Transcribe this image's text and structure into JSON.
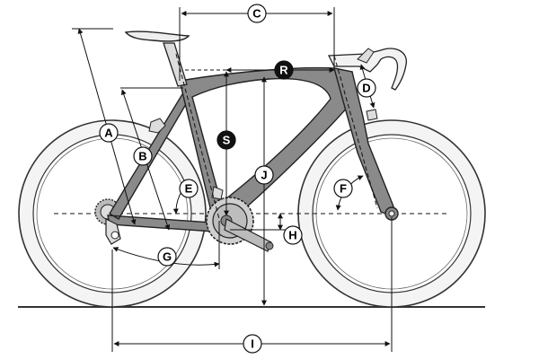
{
  "labels": {
    "a": "A",
    "b": "B",
    "c": "C",
    "d": "D",
    "e": "E",
    "f": "F",
    "g": "G",
    "h": "H",
    "i": "I",
    "j": "J",
    "r": "R",
    "s": "S"
  },
  "colors": {
    "frame_fill": "#8a8a8a",
    "frame_stroke": "#222222",
    "line": "#111111",
    "wheel_line": "#333333",
    "tire_fill": "#f2f2f2",
    "callout_fill": "#ffffff",
    "callout_dark_fill": "#111111",
    "ground": "#333333",
    "background": "#ffffff"
  },
  "icons": [
    "bicycle-frame-icon",
    "saddle-icon",
    "handlebar-icon",
    "chainring-icon",
    "cassette-icon",
    "derailleur-icon"
  ]
}
